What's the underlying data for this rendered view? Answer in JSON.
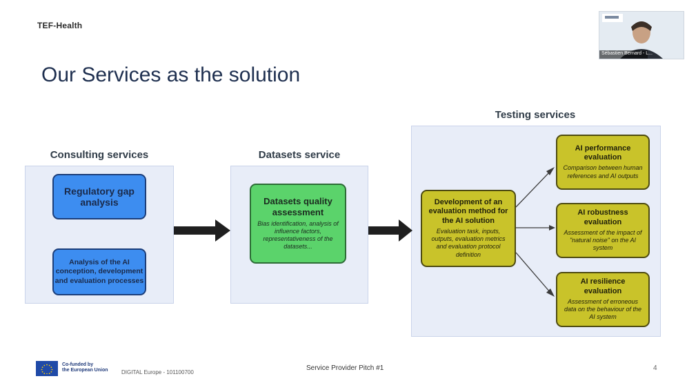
{
  "header": {
    "brand": "TEF-Health"
  },
  "title": "Our Services as the solution",
  "sections": {
    "consulting": {
      "title": "Consulting services",
      "box1": "Regulatory gap analysis",
      "box2": "Analysis of the AI conception, development and evaluation processes"
    },
    "datasets": {
      "title": "Datasets service",
      "box_title": "Datasets quality assessment",
      "box_desc": "Bias identification, analysis of influence factors, representativeness of the datasets..."
    },
    "testing": {
      "title": "Testing services",
      "main_title": "Development of an evaluation method for the AI solution",
      "main_desc": "Evaluation task, inputs, outputs, evaluation metrics and evaluation protocol definition",
      "performance_title": "AI performance evaluation",
      "performance_desc": "Comparison between human references and AI outputs",
      "robustness_title": "AI robustness evaluation",
      "robustness_desc": "Assessment of the impact of \"natural noise\" on the AI system",
      "resilience_title": "AI resilience evaluation",
      "resilience_desc": "Assessment of erroneous data on the behaviour of the AI system"
    }
  },
  "footer": {
    "eu_line1": "Co-funded by",
    "eu_line2": "the European Union",
    "program": "DIGITAL Europe - 101100700",
    "center": "Service Provider Pitch #1",
    "page": "4"
  },
  "video": {
    "participant_name": "Sébastien Bernard - L..."
  },
  "colors": {
    "blue": "#3d8df0",
    "green": "#5bd36b",
    "olive": "#c9c32a",
    "panel": "#e8edf8",
    "title": "#1e2f4f"
  }
}
